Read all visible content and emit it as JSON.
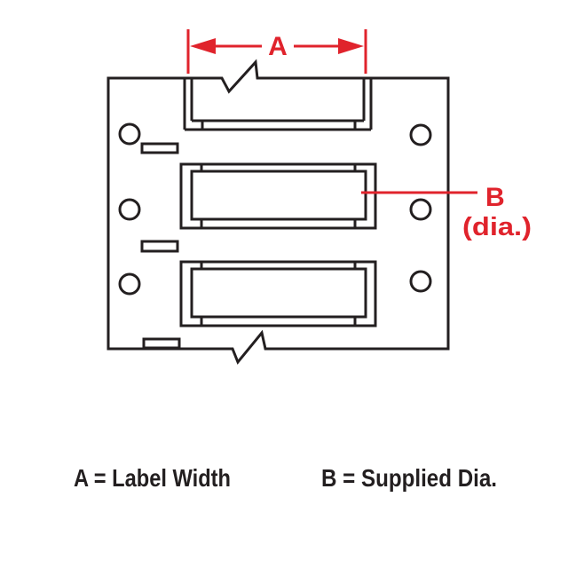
{
  "diagram": {
    "dim_a_label": "A",
    "dim_b_label": "B",
    "dim_b_sublabel": "(dia.)"
  },
  "legend": {
    "a_definition": "A = Label Width",
    "b_definition": "B = Supplied Dia."
  },
  "colors": {
    "line": "#231f20",
    "accent": "#e0232c",
    "background": "#ffffff"
  }
}
